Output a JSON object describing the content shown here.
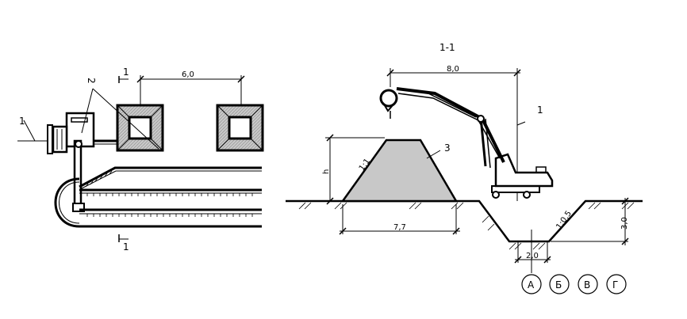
{
  "section_title": "1-1",
  "plan": {
    "dim_spacing": "6,0",
    "callout_1": "1",
    "callout_2": "2",
    "section_mark_top": "1",
    "section_mark_bottom": "1"
  },
  "section": {
    "dim_width_top": "8,0",
    "callout_1": "1",
    "callout_3": "3",
    "slope_embankment": "1:1",
    "height_label": "h",
    "dim_base": "7,7",
    "slope_trench": "1:0,5",
    "dim_depth": "3,0",
    "dim_bottom": "2,0"
  },
  "axes": [
    "А",
    "Б",
    "В",
    "Г"
  ],
  "colors": {
    "ink": "#000000",
    "fill_gray": "#c8c8c8",
    "paper": "#ffffff"
  }
}
